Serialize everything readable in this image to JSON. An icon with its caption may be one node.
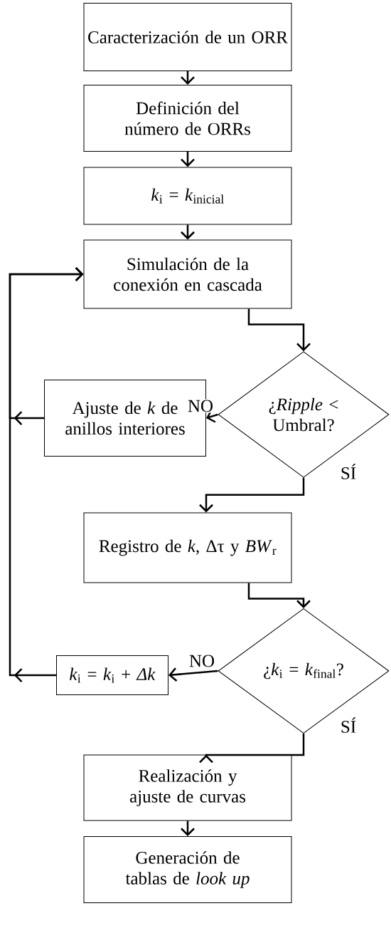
{
  "diagram": {
    "nodes": [
      {
        "text": [
          "Caracterización de un ORR"
        ]
      },
      {
        "text": [
          "Definición del número de ORRs"
        ]
      },
      {
        "text": [
          "*k*$_{i}$ = *k*$_{inicial}$"
        ]
      },
      {
        "text": [
          "Simulación de la conexión en cascada"
        ]
      },
      {
        "text": [
          "¿*Ripple* < Umbral?"
        ]
      },
      {
        "text": [
          "Ajuste de *k* de anillos interiores"
        ]
      },
      {
        "text": [
          "Registro de *k*, Δτ y *BW*$_{r}$"
        ]
      },
      {
        "text": [
          "¿*k*$_{i}$ = *k*$_{final}$?"
        ]
      },
      {
        "text": [
          "*k*$_{i}$ = *k*$_{i}$ + *Δk*"
        ]
      },
      {
        "text": [
          "Realización y ajuste de curvas"
        ]
      },
      {
        "text": [
          "Generación de tablas de *look up*"
        ]
      }
    ],
    "edges": [
      {
        "from": 0,
        "to": 1,
        "arrow": "to"
      },
      {
        "from": 1,
        "to": 2,
        "arrow": "to"
      },
      {
        "from": 2,
        "to": 3,
        "arrow": "to"
      },
      {
        "from": 3,
        "to": 4,
        "arrow": "to"
      },
      {
        "from": 4,
        "to": 5,
        "arrow": "to",
        "label": "NO"
      },
      {
        "from": 4,
        "to": 6,
        "arrow": "to",
        "label": "SÍ"
      },
      {
        "from": 5,
        "to": 3,
        "arrow": "to"
      },
      {
        "from": 6,
        "to": 7,
        "arrow": "to"
      },
      {
        "from": 7,
        "to": 8,
        "arrow": "to",
        "label": "NO"
      },
      {
        "from": 7,
        "to": 9,
        "arrow": "to",
        "label": "SÍ"
      },
      {
        "from": 8,
        "to": 3,
        "arrow": "to"
      },
      {
        "from": 9,
        "to": 10,
        "arrow": "to"
      }
    ]
  }
}
